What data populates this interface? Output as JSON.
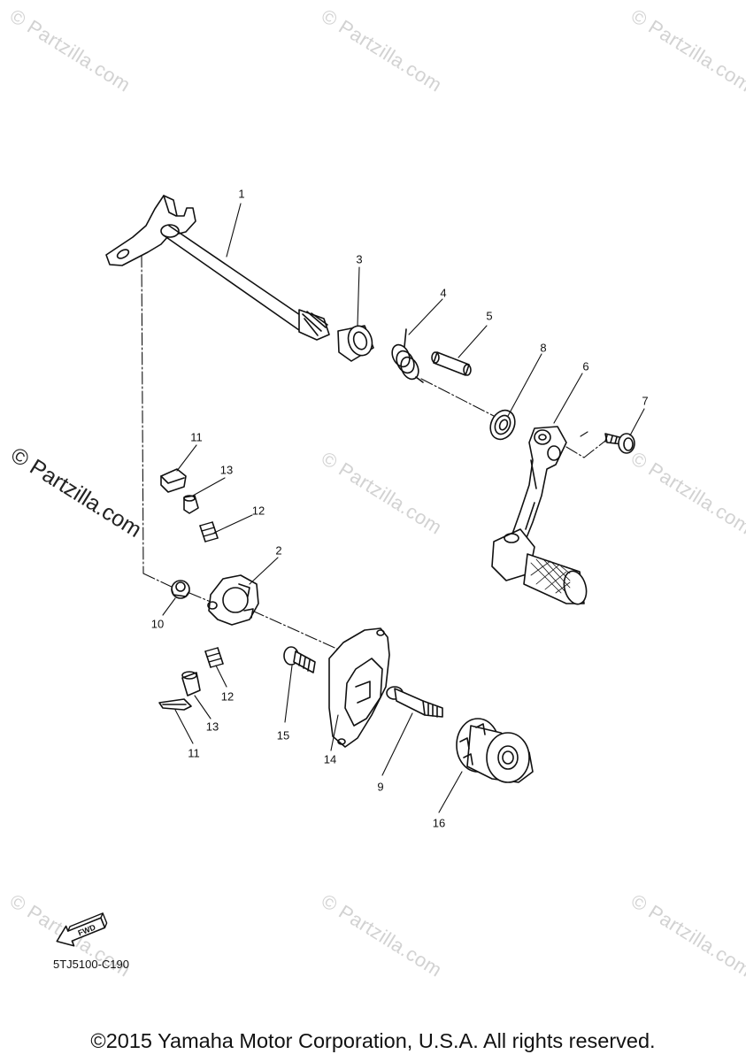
{
  "watermark_text": "© Partzilla.com",
  "diagram_code": "5TJ5100-C190",
  "fwd_label": "FWD",
  "copyright": "©2015 Yamaha Motor Corporation, U.S.A. All rights reserved.",
  "callouts": {
    "p1": "1",
    "p2": "2",
    "p3": "3",
    "p4": "4",
    "p5": "5",
    "p6": "6",
    "p7": "7",
    "p8": "8",
    "p9": "9",
    "p10": "10",
    "p11a": "11",
    "p11b": "11",
    "p12a": "12",
    "p12b": "12",
    "p13a": "13",
    "p13b": "13",
    "p14": "14",
    "p15": "15",
    "p16": "16"
  }
}
